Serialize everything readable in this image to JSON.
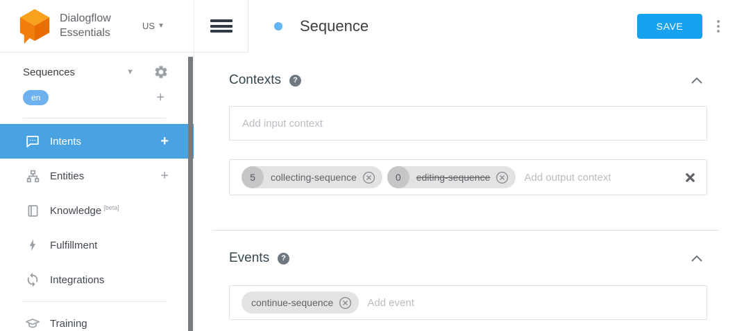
{
  "brand": {
    "name_line1": "Dialogflow",
    "name_line2": "Essentials",
    "region": "US",
    "logo_icon": "dialogflow-cube-speech-bubble"
  },
  "sidebar": {
    "agent_name": "Sequences",
    "language_badge": "en",
    "add_language_label": "+",
    "items": [
      {
        "label": "Intents",
        "icon": "chat-bubble-icon",
        "plus": "+",
        "active": true
      },
      {
        "label": "Entities",
        "icon": "entity-tree-icon",
        "plus": "+",
        "active": false
      },
      {
        "label": "Knowledge",
        "badge": "[beta]",
        "icon": "book-icon",
        "active": false
      },
      {
        "label": "Fulfillment",
        "icon": "lightning-bolt-icon",
        "active": false
      },
      {
        "label": "Integrations",
        "icon": "sync-icon",
        "active": false
      },
      {
        "label": "Training",
        "icon": "graduation-cap-icon",
        "active": false
      }
    ]
  },
  "header": {
    "title": "Sequence",
    "save_label": "SAVE",
    "icons": [
      "hamburger-menu",
      "intent-dot",
      "more-vert"
    ]
  },
  "contexts": {
    "title": "Contexts",
    "help_glyph": "?",
    "input_placeholder": "Add input context",
    "output_placeholder": "Add output context",
    "output_chips": [
      {
        "lifespan": "5",
        "name": "collecting-sequence",
        "strikethrough": false
      },
      {
        "lifespan": "0",
        "name": "editing-sequence",
        "strikethrough": true
      }
    ]
  },
  "events": {
    "title": "Events",
    "help_glyph": "?",
    "placeholder": "Add event",
    "chips": [
      {
        "name": "continue-sequence"
      }
    ]
  },
  "colors": {
    "save_button": "#17a2ef",
    "active_nav": "#49a2e1",
    "language_badge": "#6db1ee",
    "intent_dot": "#64b5f6",
    "chip_bg": "#e3e3e4",
    "chip_lifespan_bg": "#c6c6c8",
    "logo_orange_top": "#f9a01c",
    "logo_orange_left": "#f07d0c",
    "logo_orange_right": "#e96d00"
  }
}
